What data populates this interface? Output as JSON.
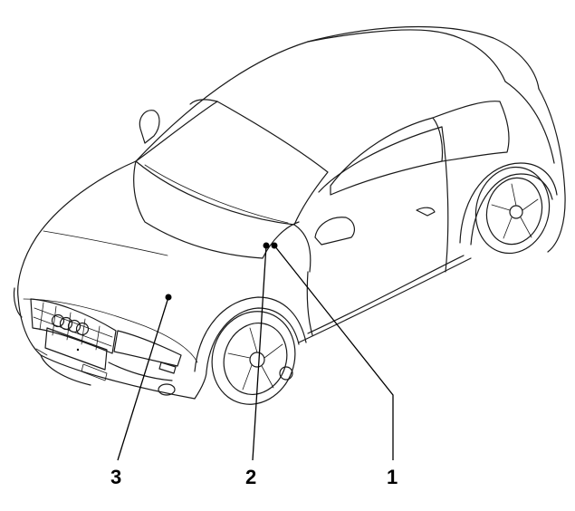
{
  "callouts": [
    {
      "id": "1",
      "label": "1"
    },
    {
      "id": "2",
      "label": "2"
    },
    {
      "id": "3",
      "label": "3"
    }
  ],
  "colors": {
    "line": "#1a1a1a",
    "background": "#ffffff"
  }
}
